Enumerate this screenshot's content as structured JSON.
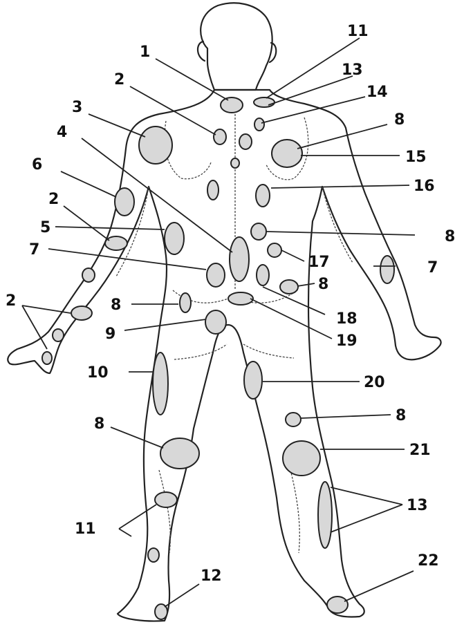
{
  "figure": {
    "labels": [
      "1",
      "2",
      "3",
      "4",
      "5",
      "6",
      "7",
      "8",
      "9",
      "10",
      "11",
      "12",
      "13",
      "14",
      "15",
      "16",
      "17",
      "18",
      "19",
      "20",
      "21",
      "22"
    ]
  },
  "labels": [
    {
      "id": "lbl-1",
      "text": "1"
    },
    {
      "id": "lbl-2a",
      "text": "2"
    },
    {
      "id": "lbl-2b",
      "text": "2"
    },
    {
      "id": "lbl-2c",
      "text": "2"
    },
    {
      "id": "lbl-3",
      "text": "3"
    },
    {
      "id": "lbl-4",
      "text": "4"
    },
    {
      "id": "lbl-5",
      "text": "5"
    },
    {
      "id": "lbl-6",
      "text": "6"
    },
    {
      "id": "lbl-7a",
      "text": "7"
    },
    {
      "id": "lbl-7b",
      "text": "7"
    },
    {
      "id": "lbl-8a",
      "text": "8"
    },
    {
      "id": "lbl-8b",
      "text": "8"
    },
    {
      "id": "lbl-8c",
      "text": "8"
    },
    {
      "id": "lbl-8d",
      "text": "8"
    },
    {
      "id": "lbl-8e",
      "text": "8"
    },
    {
      "id": "lbl-8f",
      "text": "8"
    },
    {
      "id": "lbl-9",
      "text": "9"
    },
    {
      "id": "lbl-10",
      "text": "10"
    },
    {
      "id": "lbl-11a",
      "text": "11"
    },
    {
      "id": "lbl-11b",
      "text": "11"
    },
    {
      "id": "lbl-12",
      "text": "12"
    },
    {
      "id": "lbl-13a",
      "text": "13"
    },
    {
      "id": "lbl-13b",
      "text": "13"
    },
    {
      "id": "lbl-14",
      "text": "14"
    },
    {
      "id": "lbl-15",
      "text": "15"
    },
    {
      "id": "lbl-16",
      "text": "16"
    },
    {
      "id": "lbl-17",
      "text": "17"
    },
    {
      "id": "lbl-18",
      "text": "18"
    },
    {
      "id": "lbl-19",
      "text": "19"
    },
    {
      "id": "lbl-20",
      "text": "20"
    },
    {
      "id": "lbl-21",
      "text": "21"
    },
    {
      "id": "lbl-22",
      "text": "22"
    }
  ]
}
